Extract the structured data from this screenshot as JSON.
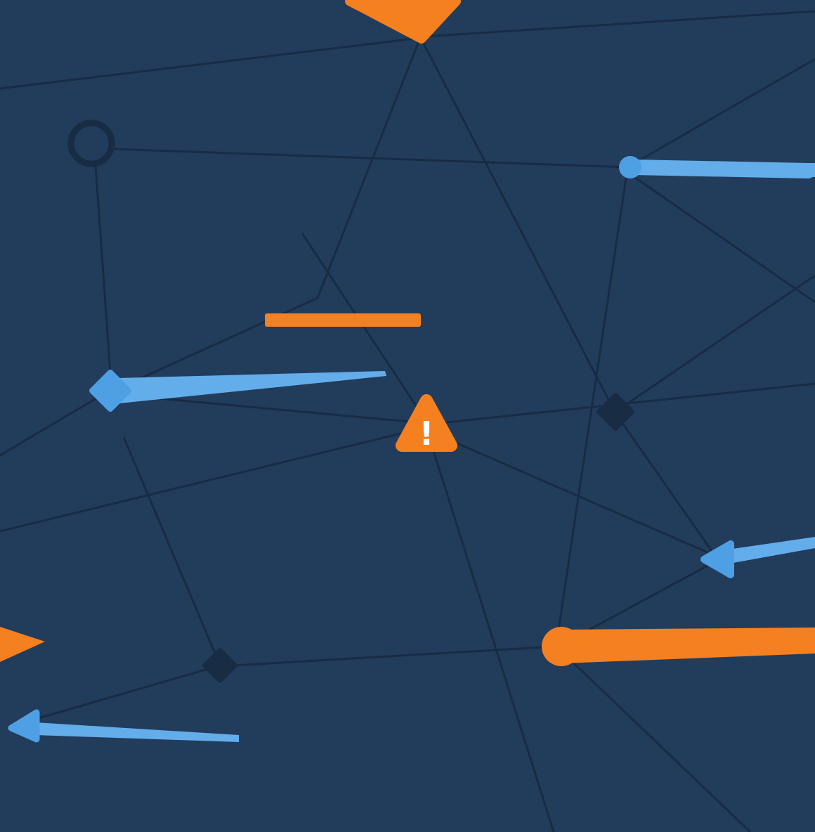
{
  "illustration": {
    "description": "abstract-network-error-illustration",
    "background": "#223C5C",
    "colors": {
      "line": "#182C44",
      "dark_shape": "#182C44",
      "orange": "#F5801F",
      "blue": "#4E9FE3",
      "blue_light": "#64ADEB",
      "white": "#FFFFFF"
    },
    "warning": {
      "glyph": "!"
    },
    "shapes": [
      {
        "name": "outlined-circle",
        "color": "dark_shape"
      },
      {
        "name": "comet-top",
        "color": "orange"
      },
      {
        "name": "bar-middle",
        "color": "orange"
      },
      {
        "name": "wedge-left-edge",
        "color": "orange"
      },
      {
        "name": "comet-blue-circle",
        "color": "blue"
      },
      {
        "name": "comet-blue-diamond",
        "color": "blue"
      },
      {
        "name": "comet-blue-triangle-right",
        "color": "blue"
      },
      {
        "name": "comet-blue-triangle-bottom-left",
        "color": "blue"
      },
      {
        "name": "comet-orange-circle",
        "color": "orange"
      },
      {
        "name": "dark-diamond-right",
        "color": "dark_shape"
      },
      {
        "name": "dark-diamond-bottom-left",
        "color": "dark_shape"
      },
      {
        "name": "warning-triangle",
        "color": "orange"
      }
    ]
  }
}
